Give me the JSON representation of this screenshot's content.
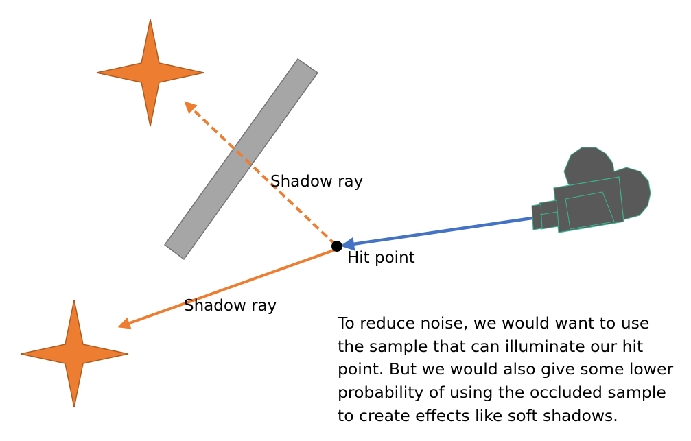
{
  "labels": {
    "shadow_ray_upper": "Shadow ray",
    "hit_point": "Hit point",
    "shadow_ray_lower": "Shadow ray"
  },
  "explanation": {
    "lines": [
      "To reduce noise, we would want to use",
      "the sample that can illuminate our hit",
      "point. But we would also give some lower",
      "probability of using the occluded sample",
      "to create effects like soft shadows."
    ]
  },
  "colors": {
    "light_fill": "#ED7D31",
    "light_stroke": "#B05A1E",
    "shadow_ray": "#ED7D31",
    "camera_ray": "#4472C4",
    "occluder_fill": "#A6A6A6",
    "occluder_stroke": "#737373",
    "camera_body": "#595959",
    "camera_outline": "#3CB38F",
    "hit_point": "#000000"
  },
  "icons": {
    "light_upper": "four-point-star-icon",
    "light_lower": "four-point-star-icon",
    "camera": "movie-camera-icon"
  }
}
